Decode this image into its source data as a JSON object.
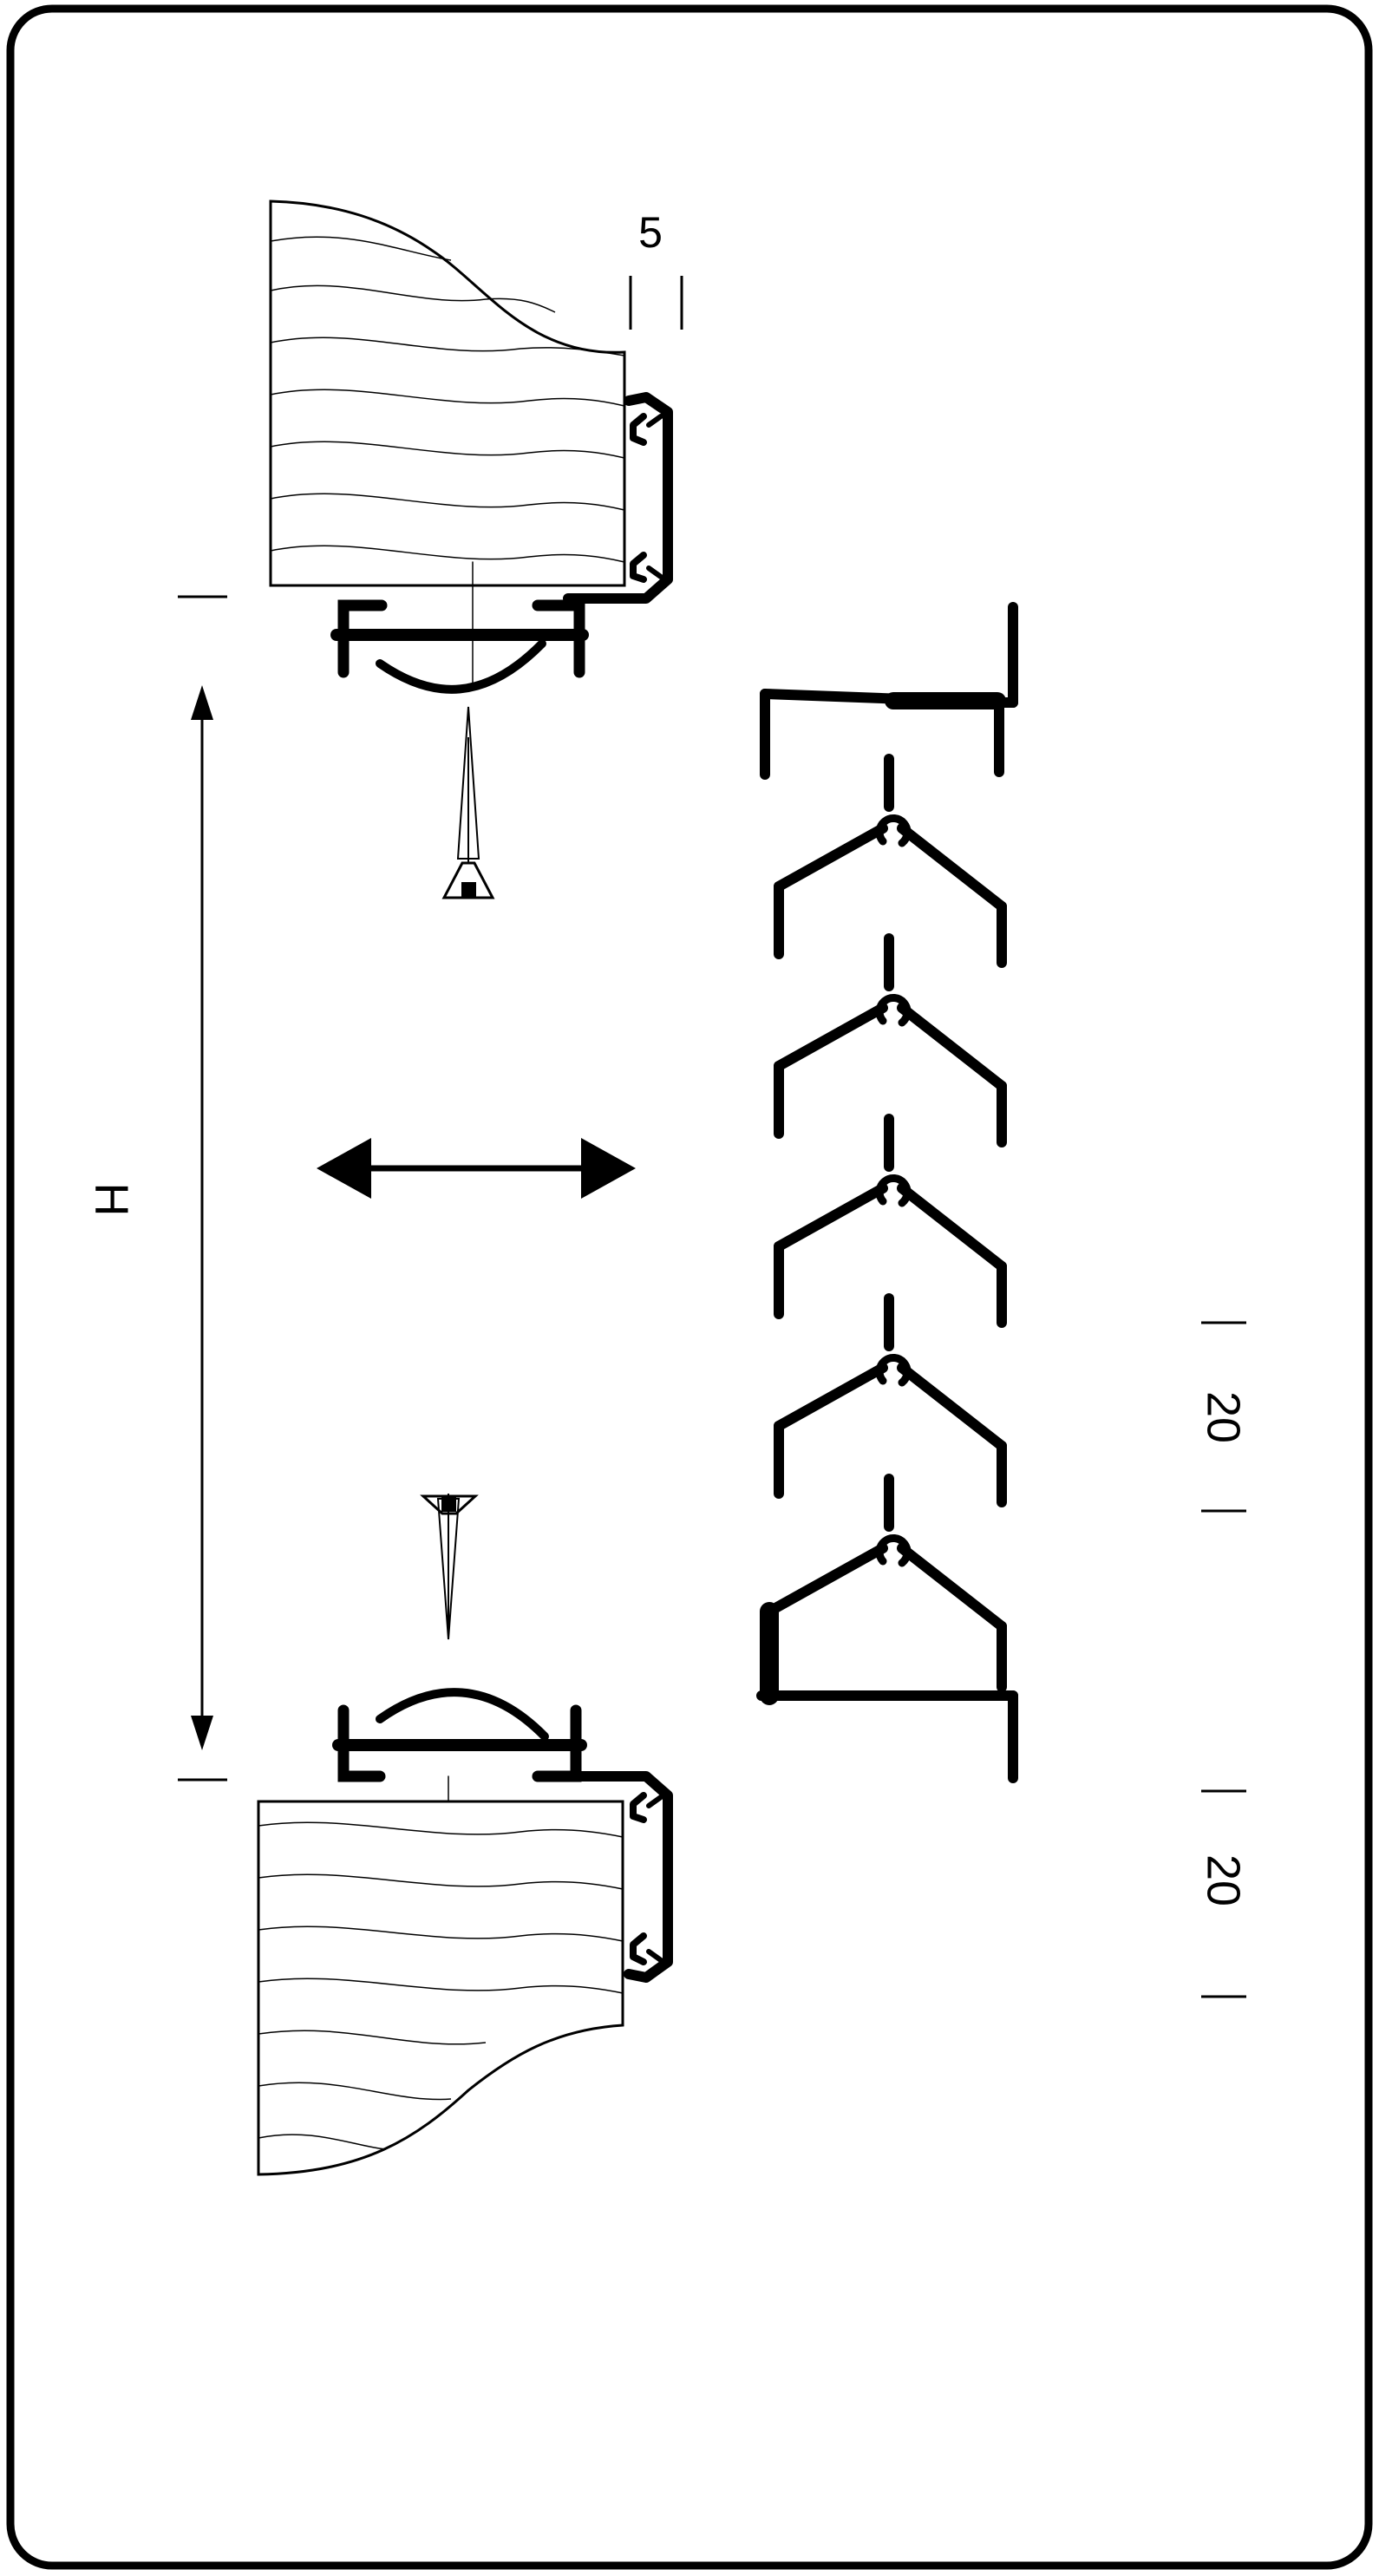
{
  "dimensions": {
    "gap_label": "5",
    "height_label": "H",
    "pitch_label_1": "20",
    "pitch_label_2": "20"
  },
  "colors": {
    "stroke": "#000000",
    "background": "#ffffff"
  },
  "icons": {
    "top_screw": "screw-icon",
    "bottom_screw": "screw-icon",
    "movement_arrow": "double-arrow-icon",
    "wood": "wood-grain-icon"
  }
}
